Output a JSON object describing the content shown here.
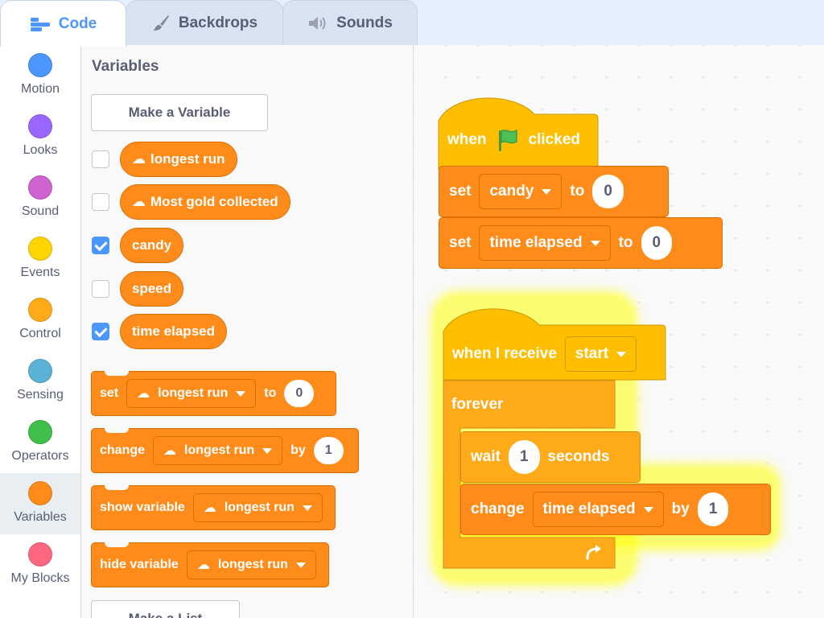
{
  "tabs": [
    {
      "label": "Code",
      "icon": "code-icon",
      "active": true
    },
    {
      "label": "Backdrops",
      "icon": "brush-icon",
      "active": false
    },
    {
      "label": "Sounds",
      "icon": "speaker-icon",
      "active": false
    }
  ],
  "categories": [
    {
      "label": "Motion",
      "color": "#4c97ff"
    },
    {
      "label": "Looks",
      "color": "#9966ff"
    },
    {
      "label": "Sound",
      "color": "#cf63cf"
    },
    {
      "label": "Events",
      "color": "#ffd500"
    },
    {
      "label": "Control",
      "color": "#ffab19"
    },
    {
      "label": "Sensing",
      "color": "#5cb1d6"
    },
    {
      "label": "Operators",
      "color": "#40bf4a"
    },
    {
      "label": "Variables",
      "color": "#ff8c1a",
      "selected": true
    },
    {
      "label": "My Blocks",
      "color": "#ff6680"
    }
  ],
  "palette": {
    "title": "Variables",
    "make_variable": "Make a Variable",
    "variables": [
      {
        "name": "longest run",
        "cloud": true,
        "checked": false
      },
      {
        "name": "Most gold collected",
        "cloud": true,
        "checked": false
      },
      {
        "name": "candy",
        "cloud": false,
        "checked": true
      },
      {
        "name": "speed",
        "cloud": false,
        "checked": false
      },
      {
        "name": "time elapsed",
        "cloud": false,
        "checked": true
      }
    ],
    "set_block": {
      "label": "set",
      "var": "longest run",
      "to": "to",
      "value": "0"
    },
    "change_block": {
      "label": "change",
      "var": "longest run",
      "by": "by",
      "value": "1"
    },
    "show_block": {
      "label": "show variable",
      "var": "longest run"
    },
    "hide_block": {
      "label": "hide variable",
      "var": "longest run"
    },
    "make_list": "Make a List"
  },
  "script1": {
    "hat": {
      "when": "when",
      "clicked": "clicked"
    },
    "set1": {
      "label": "set",
      "var": "candy",
      "to": "to",
      "value": "0"
    },
    "set2": {
      "label": "set",
      "var": "time elapsed",
      "to": "to",
      "value": "0"
    }
  },
  "script2": {
    "hat": {
      "label": "when I receive",
      "message": "start"
    },
    "forever": "forever",
    "wait": {
      "label": "wait",
      "value": "1",
      "unit": "seconds"
    },
    "change": {
      "label": "change",
      "var": "time elapsed",
      "by": "by",
      "value": "1"
    }
  },
  "colors": {
    "variables": "#ff8c1a",
    "events": "#ffbf00",
    "control": "#ffab19",
    "accent": "#4c97ff"
  }
}
